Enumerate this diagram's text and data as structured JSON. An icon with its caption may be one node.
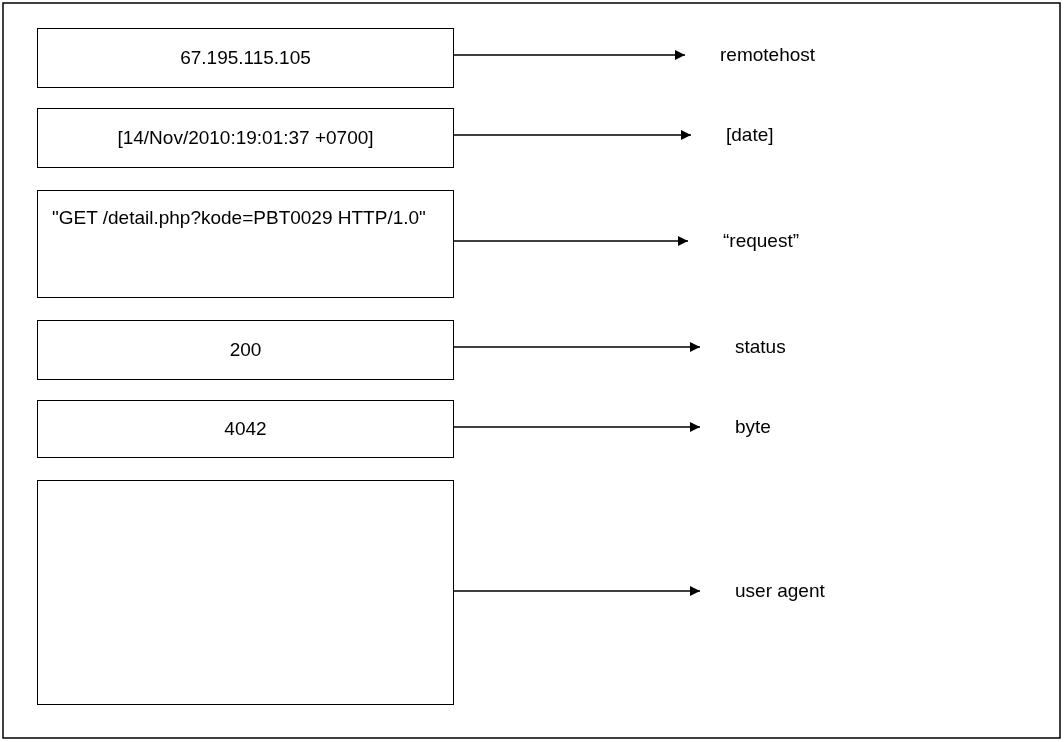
{
  "diagram": {
    "nodes": [
      {
        "text": [
          "67.195.115.105"
        ]
      },
      {
        "text": [
          "[14/Nov/2010:19:01:37 +0700]"
        ]
      },
      {
        "text": [
          "\"GET /detail.php?kode=PBT0029 HTTP/1.0\""
        ]
      },
      {
        "text": [
          "200"
        ]
      },
      {
        "text": [
          "4042"
        ]
      },
      {
        "text": [],
        "shape": "box"
      },
      {
        "text": [
          "remotehost"
        ]
      },
      {
        "text": [
          "[date]"
        ]
      },
      {
        "text": [
          "“request”"
        ]
      },
      {
        "text": [
          "status"
        ]
      },
      {
        "text": [
          "byte"
        ]
      },
      {
        "text": [
          "user agent"
        ]
      }
    ],
    "edges": [
      {
        "from": 0,
        "to": 6,
        "arrow": "to"
      },
      {
        "from": 1,
        "to": 7,
        "arrow": "to"
      },
      {
        "from": 2,
        "to": 8,
        "arrow": "to"
      },
      {
        "from": 3,
        "to": 9,
        "arrow": "to"
      },
      {
        "from": 4,
        "to": 10,
        "arrow": "to"
      },
      {
        "from": 5,
        "to": 11,
        "arrow": "to"
      }
    ]
  }
}
